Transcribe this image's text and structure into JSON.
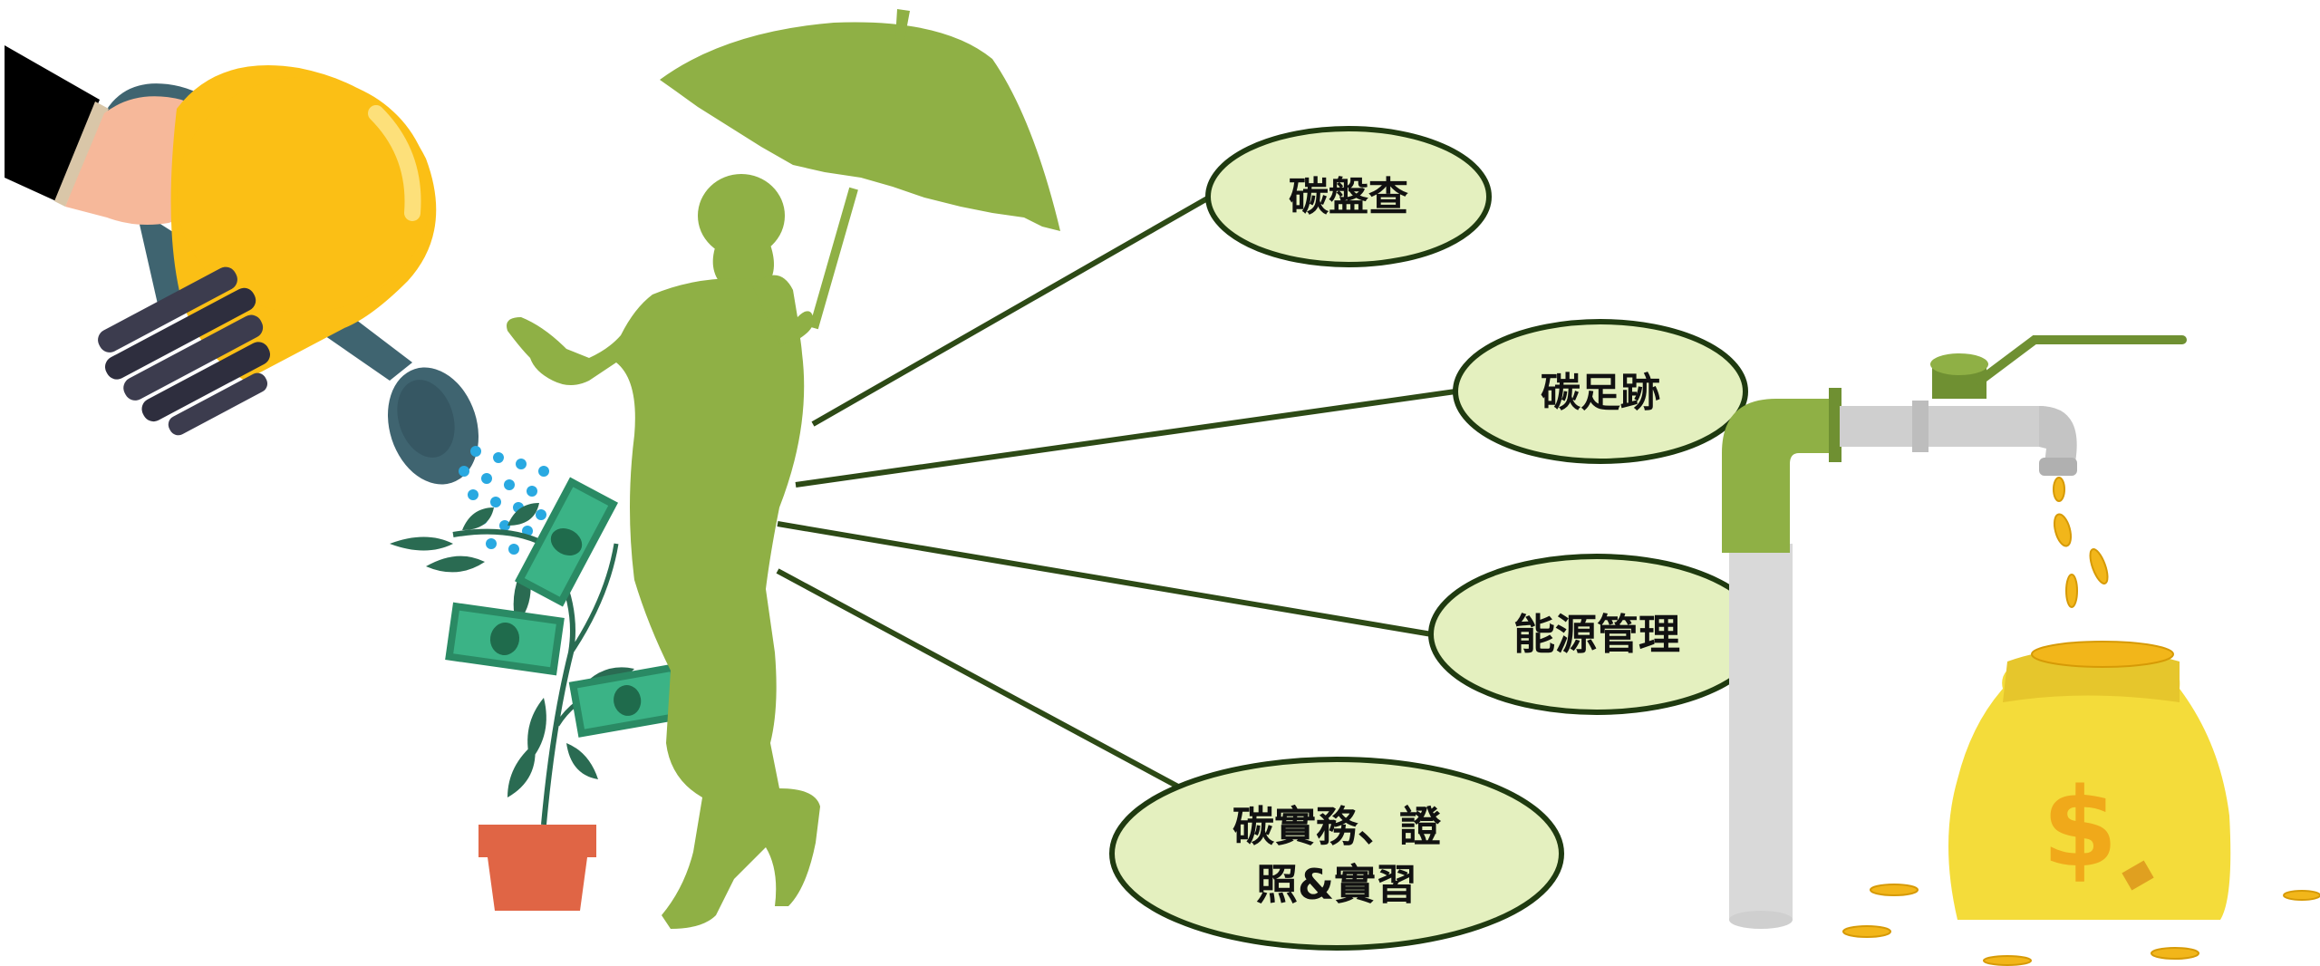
{
  "nodes": [
    {
      "label": "碳盤查"
    },
    {
      "label": "碳足跡"
    },
    {
      "label": "能源管理"
    },
    {
      "label": "碳實務、證",
      "label_line2": "照&實習"
    }
  ],
  "colors": {
    "silhouette": "#8fb045",
    "ellipse_fill": "#e4f0bf",
    "ellipse_stroke": "#1f3a10",
    "connector": "#2d4a16",
    "bulb": "#fbbf15",
    "money": "#2f9a6e",
    "pot": "#e06545",
    "bag": "#f4dc3a",
    "coin": "#f2b61a",
    "pipe_green": "#8fb045",
    "pipe_grey": "#d9d9d9",
    "can": "#3f6470",
    "water_drop": "#29a9e1"
  },
  "icons": {
    "person": "person-with-umbrella-icon",
    "umbrella": "umbrella-icon",
    "watering_can": "watering-can-icon",
    "light_bulb": "light-bulb-icon",
    "plant": "money-plant-icon",
    "faucet": "faucet-icon",
    "money_bag": "money-bag-icon",
    "currency_symbol": "$"
  }
}
